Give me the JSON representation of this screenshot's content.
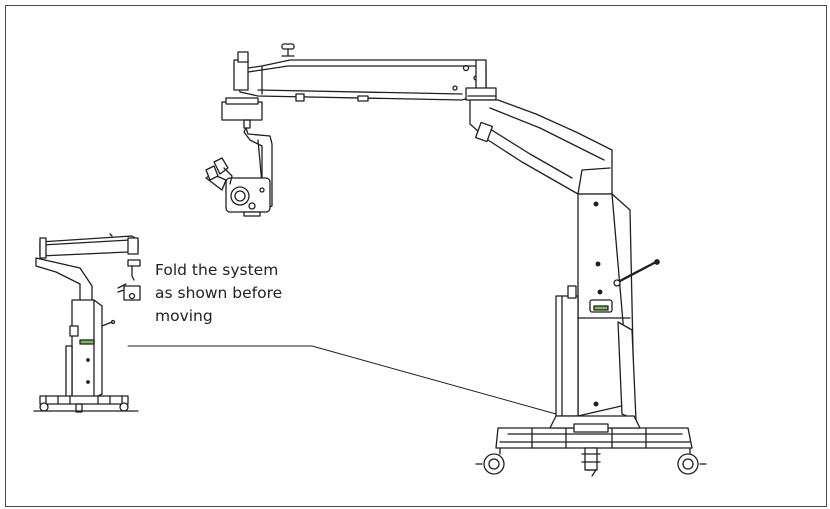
{
  "caption": {
    "lines": [
      "Fold the system",
      "as shown before",
      "moving"
    ]
  },
  "colors": {
    "line": "#1f1f1f",
    "border": "#4a4a4a",
    "accent": "#6cc24a",
    "background": "#ffffff"
  }
}
